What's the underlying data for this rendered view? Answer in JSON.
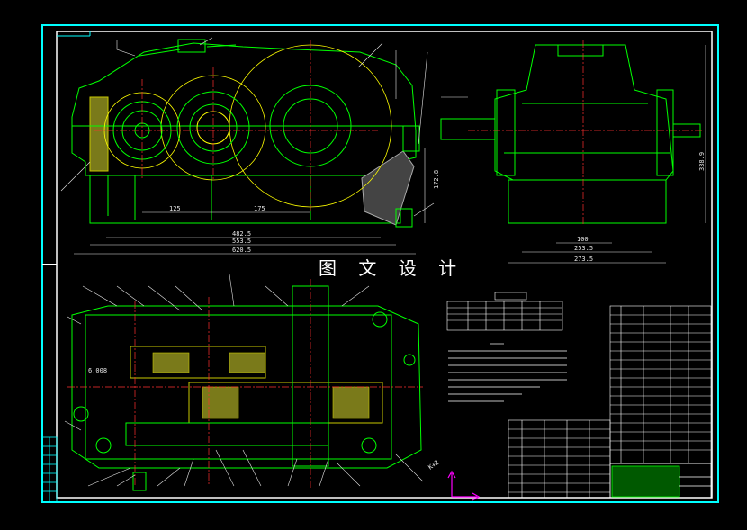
{
  "watermark": "图 文 设 计",
  "front_view": {
    "dims": [
      "125",
      "175",
      "482.5",
      "553.5",
      "620.5"
    ],
    "vertical_dim": "172.8"
  },
  "side_view": {
    "dims": [
      "100",
      "253.5",
      "273.5"
    ],
    "height_dim": "338.9"
  },
  "top_view": {
    "labels": [
      "6.008",
      "K+2"
    ]
  },
  "colors": {
    "background": "#000000",
    "frame": "#00ffff",
    "outline": "#00ff00",
    "centerline": "#ff3030",
    "gear_circle": "#ffff00",
    "text": "#ffffff",
    "axis_marker": "#ff00ff"
  }
}
